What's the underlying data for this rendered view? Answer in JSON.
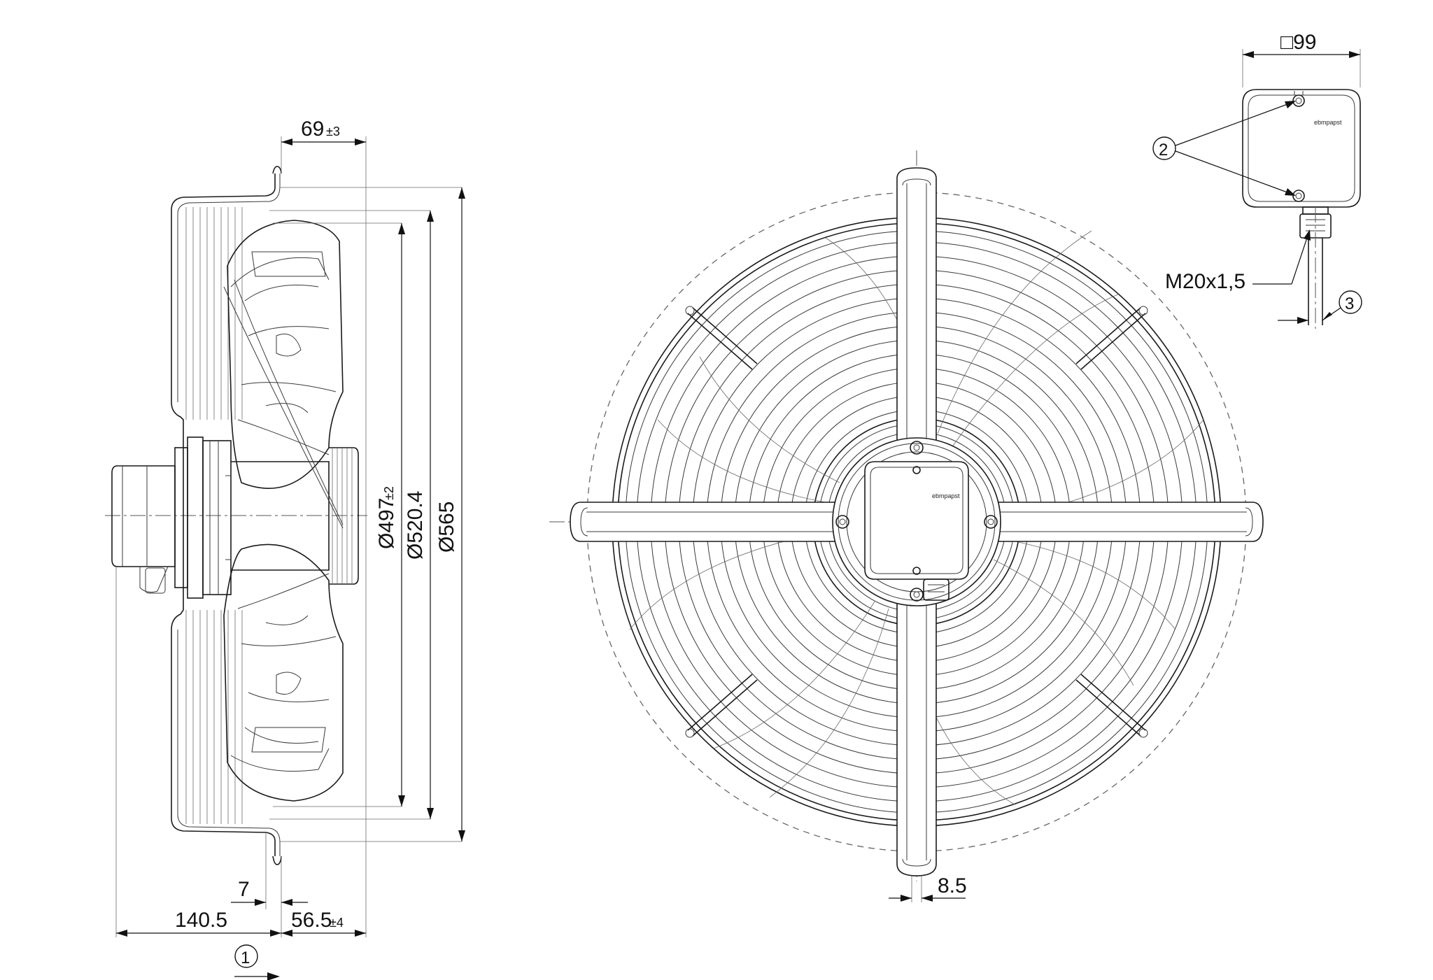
{
  "dimensions": {
    "depth_top": {
      "value": "69",
      "tolerance": "±3"
    },
    "dia_inner": {
      "value": "Ø497",
      "tolerance": "±2"
    },
    "dia_mid": {
      "value": "Ø520.4"
    },
    "dia_outer": {
      "value": "Ø565"
    },
    "offset_7": {
      "value": "7"
    },
    "offset_140": {
      "value": "140.5"
    },
    "offset_56": {
      "value": "56.5",
      "tolerance": "±4"
    },
    "slot_85": {
      "value": "8.5"
    },
    "box_99": {
      "value": "□99"
    },
    "thread": {
      "value": "M20x1,5"
    }
  },
  "callouts": [
    {
      "id": "1",
      "label": "1"
    },
    {
      "id": "2",
      "label": "2"
    },
    {
      "id": "3",
      "label": "3"
    }
  ],
  "brand_marks": {
    "box_small": "ebmpapst",
    "front_hub": "ebmpapst"
  },
  "colors": {
    "line": "#1a1a1a",
    "background": "#ffffff"
  }
}
